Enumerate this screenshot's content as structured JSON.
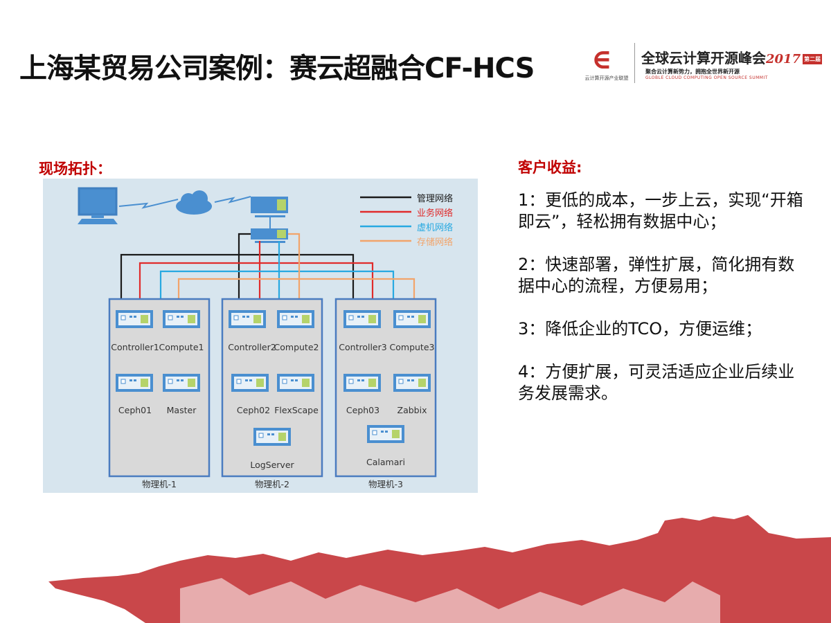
{
  "title": "上海某贸易公司案例：赛云超融合CF-HCS",
  "logo": {
    "org": "云计算开源产业联盟",
    "name": "全球云计算开源峰会",
    "year": "2017",
    "badge": "第二届",
    "tagline": "聚合云计算新势力，拥抱全世界新开源",
    "english": "GLOBLE CLOUD COMPUTING OPEN SOURCE SUMMIT"
  },
  "topology": {
    "label": "现场拓扑：",
    "legend": [
      {
        "label": "管理网络",
        "color": "#1a1a1a"
      },
      {
        "label": "业务网络",
        "color": "#e02b2b"
      },
      {
        "label": "虚机网络",
        "color": "#27a9e1"
      },
      {
        "label": "存储网络",
        "color": "#f2a46a"
      }
    ],
    "machines": [
      {
        "name": "物理机-1",
        "nodes": [
          "Controller1",
          "Compute1",
          "Ceph01",
          "Master"
        ]
      },
      {
        "name": "物理机-2",
        "nodes": [
          "Controller2",
          "Compute2",
          "Ceph02",
          "FlexScape",
          "LogServer"
        ]
      },
      {
        "name": "物理机-3",
        "nodes": [
          "Controller3",
          "Compute3",
          "Ceph03",
          "Zabbix",
          "Calamari"
        ]
      }
    ]
  },
  "benefits": {
    "label": "客户收益:",
    "items": [
      "1：更低的成本，一步上云，实现“开箱即云”，轻松拥有数据中心；",
      "2：快速部署，弹性扩展，简化拥有数据中心的流程，方便易用；",
      "3：降低企业的TCO，方便运维；",
      "4：方便扩展，可灵活适应企业后续业务发展需求。"
    ]
  },
  "colors": {
    "accent": "#c00000",
    "wall": "#c9474a"
  }
}
